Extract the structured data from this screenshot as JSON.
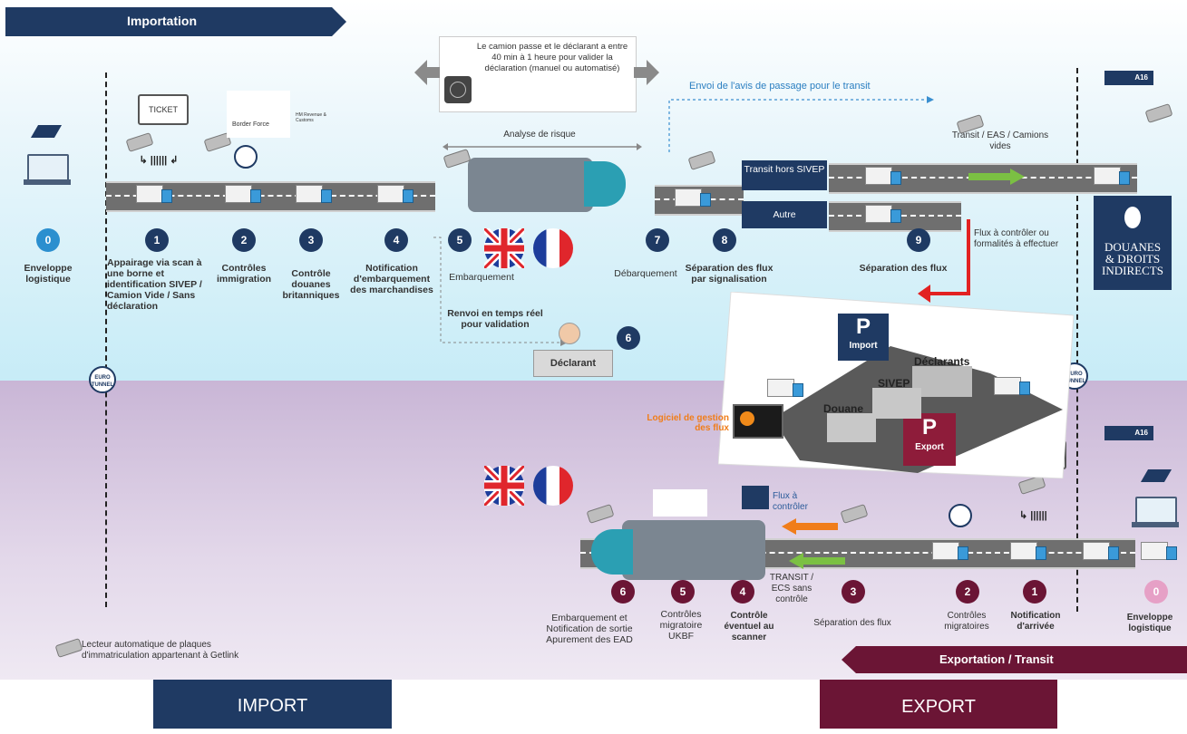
{
  "colors": {
    "import_navy": "#1f3a63",
    "export_maroon": "#6b1535",
    "flow_red": "#e22222",
    "flow_green": "#7bc043",
    "flow_orange": "#f07d1a"
  },
  "headers": {
    "importation": "Importation",
    "exportation": "Exportation / Transit"
  },
  "bottom_labels": {
    "import": "IMPORT",
    "export": "EXPORT"
  },
  "callout": {
    "text": "Le camion passe et le déclarant a entre 40 min à 1 heure pour valider la déclaration (manuel ou automatisé)"
  },
  "analyse": "Analyse de risque",
  "envoi": "Envoi de l'avis de passage pour le transit",
  "transit_label": "Transit / EAS / Camions vides",
  "boxes": {
    "transit_hors": "Transit hors SIVEP",
    "autre": "Autre"
  },
  "flux_note": "Flux à contrôler ou formalités à effectuer",
  "a16": "A16",
  "douanes": {
    "line1": "DOUANES",
    "line2": "& DROITS",
    "line3": "INDIRECTS"
  },
  "eurotunnel": "EURO TUNNEL",
  "ticket": "TICKET",
  "border_force": "Border Force",
  "border_force_sub": "HM Revenue & Customs",
  "import_steps": [
    {
      "n": "0",
      "label": "Enveloppe logistique"
    },
    {
      "n": "1",
      "label": "Appairage via scan à une borne et identification SIVEP / Camion Vide / Sans déclaration"
    },
    {
      "n": "2",
      "label": "Contrôles immigration"
    },
    {
      "n": "3",
      "label": "Contrôle douanes britanniques"
    },
    {
      "n": "4",
      "label": "Notification d'embarquement des marchandises"
    },
    {
      "n": "5",
      "label": "Embarquement"
    },
    {
      "n": "6",
      "label": "Renvoi en temps réel pour validation"
    },
    {
      "n": "7",
      "label": "Débarquement"
    },
    {
      "n": "8",
      "label": "Séparation des flux par signalisation"
    },
    {
      "n": "9",
      "label": "Séparation des flux"
    }
  ],
  "declarant": "Déclarant",
  "parking": {
    "p": "P",
    "import": "Import",
    "export": "Export",
    "declarants": "Déclarants",
    "sivep": "SIVEP",
    "douane": "Douane"
  },
  "logiciel": "Logiciel de gestion des flux",
  "flux_controler": "Flux à contrôler",
  "transit_ecs": "TRANSIT / ECS sans contrôle",
  "export_steps": [
    {
      "n": "6",
      "label": "Embarquement et Notification de sortie Apurement des EAD"
    },
    {
      "n": "5",
      "label": "Contrôles migratoire UKBF"
    },
    {
      "n": "4",
      "label": "Contrôle éventuel au scanner"
    },
    {
      "n": "3",
      "label": "Séparation des flux"
    },
    {
      "n": "2",
      "label": "Contrôles migratoires"
    },
    {
      "n": "1",
      "label": "Notification d'arrivée"
    },
    {
      "n": "0",
      "label": "Enveloppe logistique"
    }
  ],
  "footnote": "Lecteur automatique de plaques d'immatriculation appartenant à Getlink"
}
